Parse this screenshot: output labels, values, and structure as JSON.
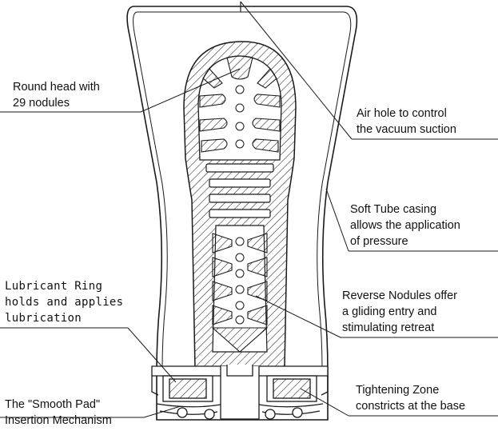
{
  "labels": {
    "round_head": [
      "Round head with",
      "29 nodules"
    ],
    "air_hole": [
      "Air hole to control",
      "the vacuum suction"
    ],
    "soft_tube": [
      "Soft Tube casing",
      "allows the application",
      "of pressure"
    ],
    "lubricant_ring": [
      "Lubricant Ring",
      "holds and applies",
      "lubrication"
    ],
    "reverse_nodules": [
      "Reverse Nodules offer",
      "a gliding entry and",
      "stimulating retreat"
    ],
    "smooth_pad": [
      "The \"Smooth Pad\"",
      "Insertion Mechanism"
    ],
    "tightening_zone": [
      "Tightening Zone",
      "constricts at the base"
    ]
  },
  "colors": {
    "line": "#1a1a1a",
    "background": "#ffffff"
  }
}
